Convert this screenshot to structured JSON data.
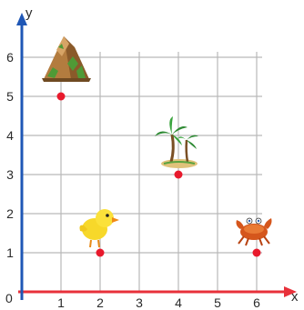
{
  "chart_data": {
    "type": "scatter",
    "title": "",
    "xlabel": "x",
    "ylabel": "y",
    "xlim": [
      0,
      6
    ],
    "ylim": [
      0,
      6
    ],
    "origin_label": "0",
    "x_ticks": [
      "1",
      "2",
      "3",
      "4",
      "5",
      "6"
    ],
    "y_ticks": [
      "1",
      "2",
      "3",
      "4",
      "5",
      "6"
    ],
    "grid": true,
    "points": [
      {
        "x": 1,
        "y": 5,
        "icon": "mountain-icon"
      },
      {
        "x": 2,
        "y": 1,
        "icon": "chick-icon"
      },
      {
        "x": 4,
        "y": 3,
        "icon": "palm-island-icon"
      },
      {
        "x": 6,
        "y": 1,
        "icon": "crab-icon"
      }
    ]
  },
  "colors": {
    "x_axis": "#e8303a",
    "y_axis": "#1f57b6",
    "grid": "#b9b9b9",
    "point": "#e8192c",
    "tick_text": "#2a2a2a"
  }
}
